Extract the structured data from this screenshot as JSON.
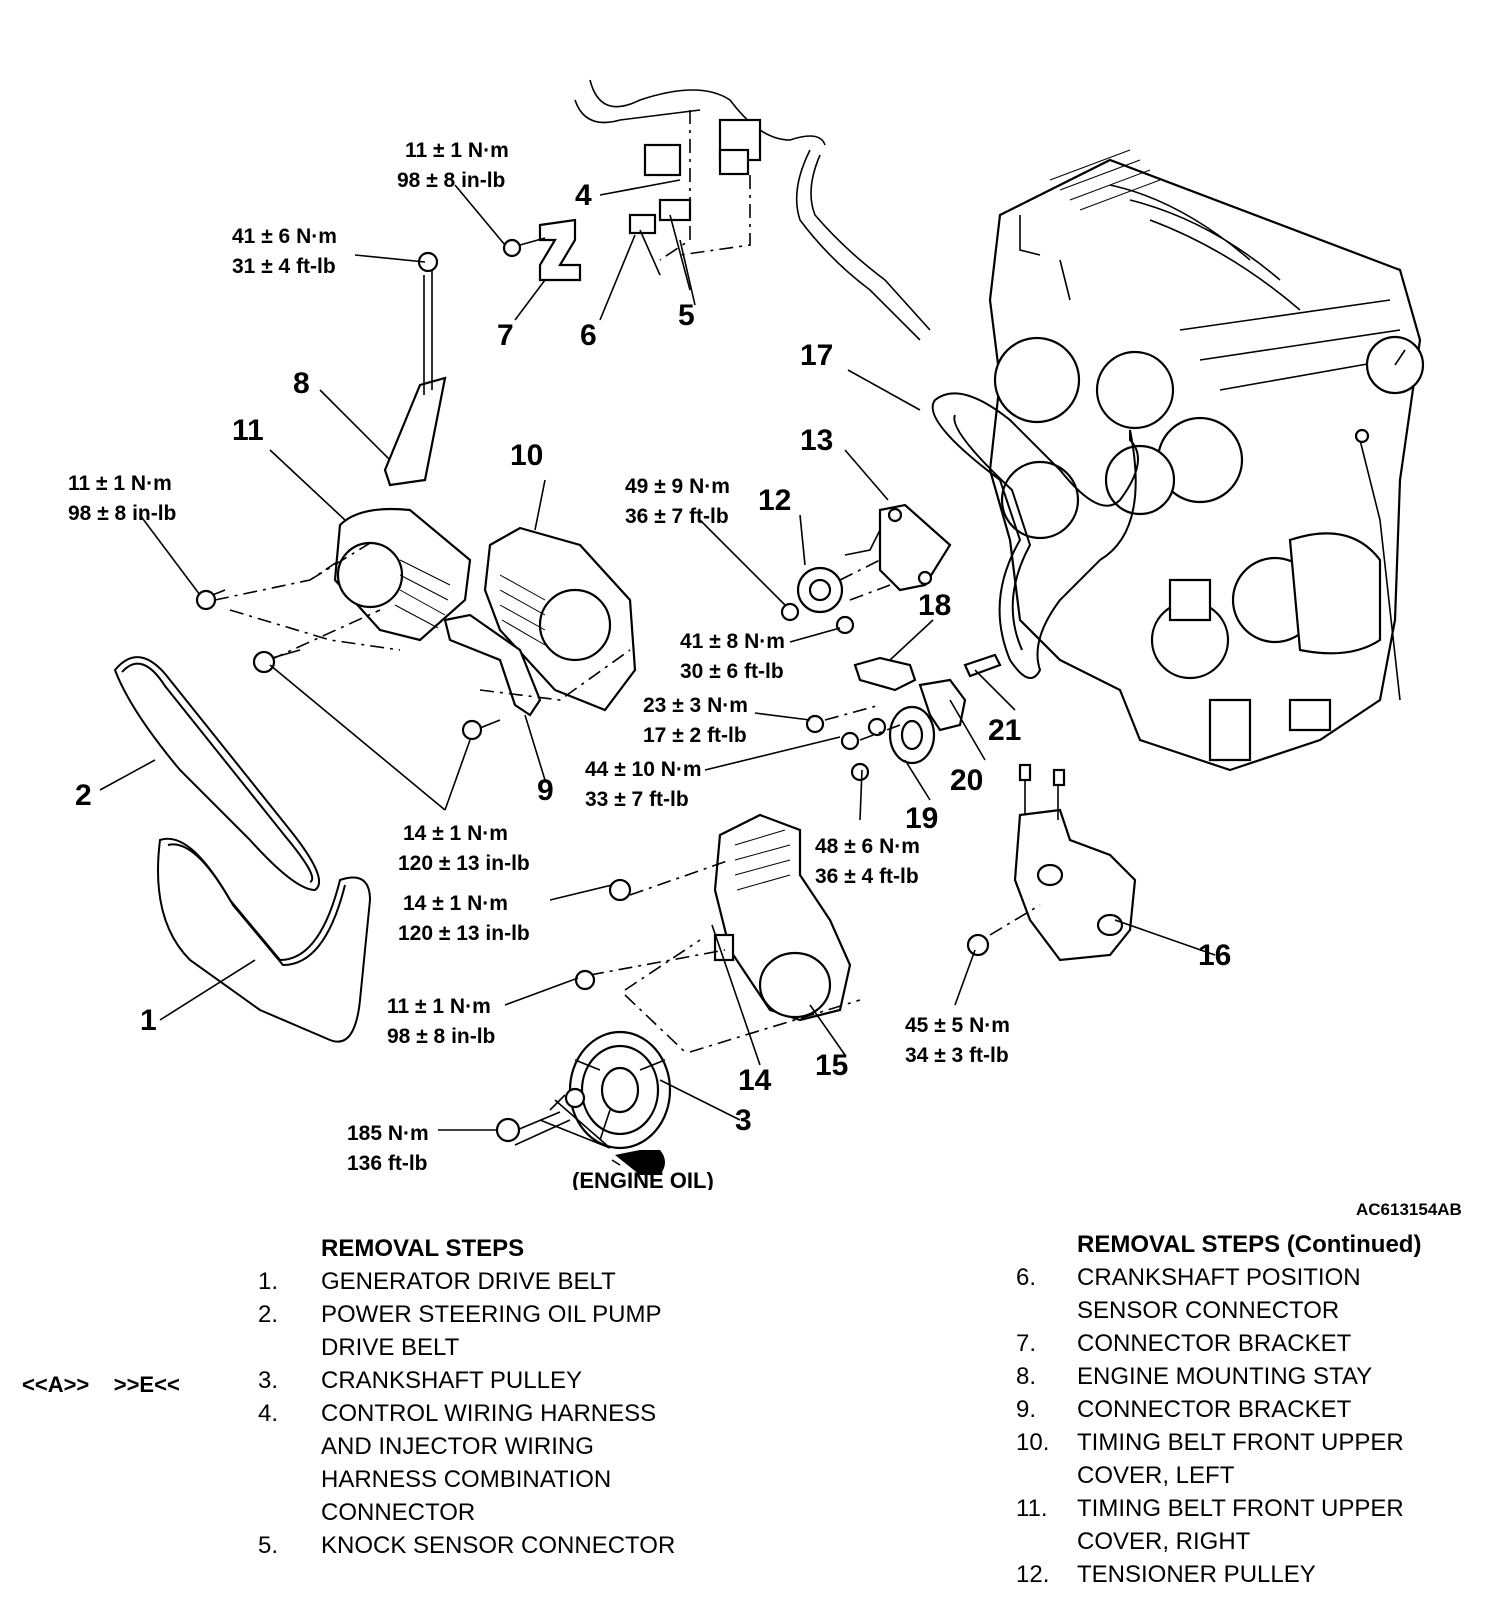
{
  "figure_id": "AC613154AB",
  "callouts": {
    "c1": "1",
    "c2": "2",
    "c3": "3",
    "c4": "4",
    "c5": "5",
    "c6": "6",
    "c7": "7",
    "c8": "8",
    "c9": "9",
    "c10": "10",
    "c11": "11",
    "c12": "12",
    "c13": "13",
    "c14": "14",
    "c15": "15",
    "c16": "16",
    "c17": "17",
    "c18": "18",
    "c19": "19",
    "c20": "20",
    "c21": "21"
  },
  "torques": {
    "t_connector_bracket": [
      "11 ± 1 N·m",
      "98 ± 8 in-lb"
    ],
    "t_mount_stay": [
      "41 ± 6 N·m",
      "31 ± 4 ft-lb"
    ],
    "t_upper_cover": [
      "11 ± 1 N·m",
      "98 ± 8 in-lb"
    ],
    "t_tensioner_pulley": [
      "49 ± 9 N·m",
      "36 ± 7 ft-lb"
    ],
    "t_bracket_41": [
      "41 ± 8 N·m",
      "30 ± 6 ft-lb"
    ],
    "t_23": [
      "23 ± 3 N·m",
      "17 ± 2 ft-lb"
    ],
    "t_44": [
      "44 ± 10 N·m",
      "33 ± 7 ft-lb"
    ],
    "t_48": [
      "48 ± 6 N·m",
      "36 ± 4 ft-lb"
    ],
    "t_14a": [
      "14 ± 1 N·m",
      "120 ± 13 in-lb"
    ],
    "t_14b": [
      "14 ± 1 N·m",
      "120 ± 13 in-lb"
    ],
    "t_11_lower": [
      "11 ± 1 N·m",
      "98 ± 8 in-lb"
    ],
    "t_45": [
      "45 ± 5 N·m",
      "34 ± 3 ft-lb"
    ],
    "t_185": [
      "185 N·m",
      "136 ft-lb"
    ]
  },
  "engine_oil_label": "(ENGINE OIL)",
  "removal_steps": {
    "heading": "REMOVAL STEPS",
    "heading_continued": "REMOVAL STEPS (Continued)",
    "flags_step3": "<<A>>    >>E<<",
    "left": [
      {
        "num": "1.",
        "text": "GENERATOR DRIVE BELT"
      },
      {
        "num": "2.",
        "text": "POWER STEERING OIL PUMP\nDRIVE BELT"
      },
      {
        "num": "3.",
        "text": "CRANKSHAFT PULLEY"
      },
      {
        "num": "4.",
        "text": "CONTROL WIRING HARNESS\nAND INJECTOR WIRING\nHARNESS COMBINATION\nCONNECTOR"
      },
      {
        "num": "5.",
        "text": "KNOCK SENSOR CONNECTOR"
      }
    ],
    "right": [
      {
        "num": "6.",
        "text": "CRANKSHAFT POSITION\nSENSOR CONNECTOR"
      },
      {
        "num": "7.",
        "text": "CONNECTOR BRACKET"
      },
      {
        "num": "8.",
        "text": "ENGINE MOUNTING STAY"
      },
      {
        "num": "9.",
        "text": "CONNECTOR BRACKET"
      },
      {
        "num": "10.",
        "text": "TIMING BELT FRONT UPPER\nCOVER, LEFT"
      },
      {
        "num": "11.",
        "text": "TIMING BELT FRONT UPPER\nCOVER, RIGHT"
      },
      {
        "num": "12.",
        "text": "TENSIONER PULLEY"
      }
    ]
  }
}
